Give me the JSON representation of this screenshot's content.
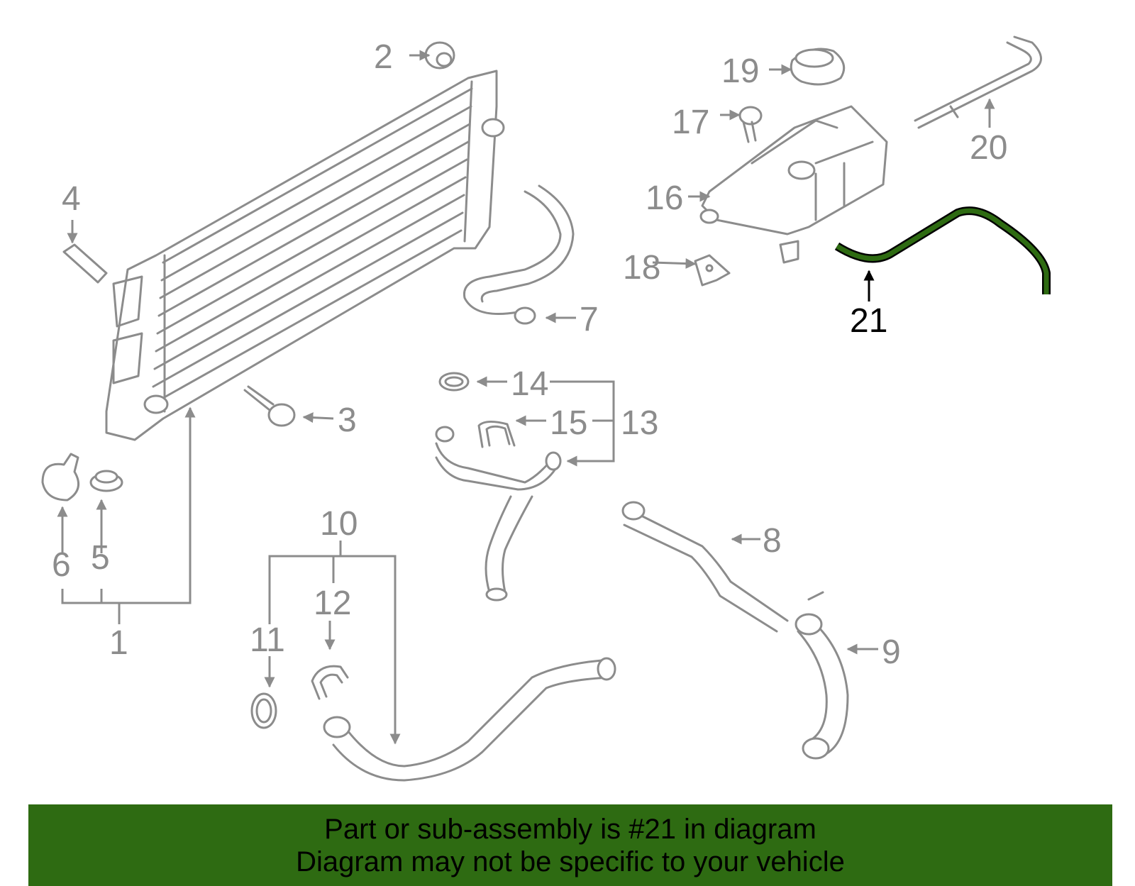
{
  "callouts": {
    "c1": "1",
    "c2": "2",
    "c3": "3",
    "c4": "4",
    "c5": "5",
    "c6": "6",
    "c7": "7",
    "c8": "8",
    "c9": "9",
    "c10": "10",
    "c11": "11",
    "c12": "12",
    "c13": "13",
    "c14": "14",
    "c15": "15",
    "c16": "16",
    "c17": "17",
    "c18": "18",
    "c19": "19",
    "c20": "20",
    "c21": "21"
  },
  "highlighted_part": "21",
  "colors": {
    "highlight": "#2e6b12",
    "banner": "#2e6b12",
    "line_art": "#8c8c8c",
    "active_callout": "#000000"
  },
  "banner": {
    "line1": "Part or sub-assembly is #21 in diagram",
    "line2": "Diagram may not be specific to your vehicle"
  }
}
